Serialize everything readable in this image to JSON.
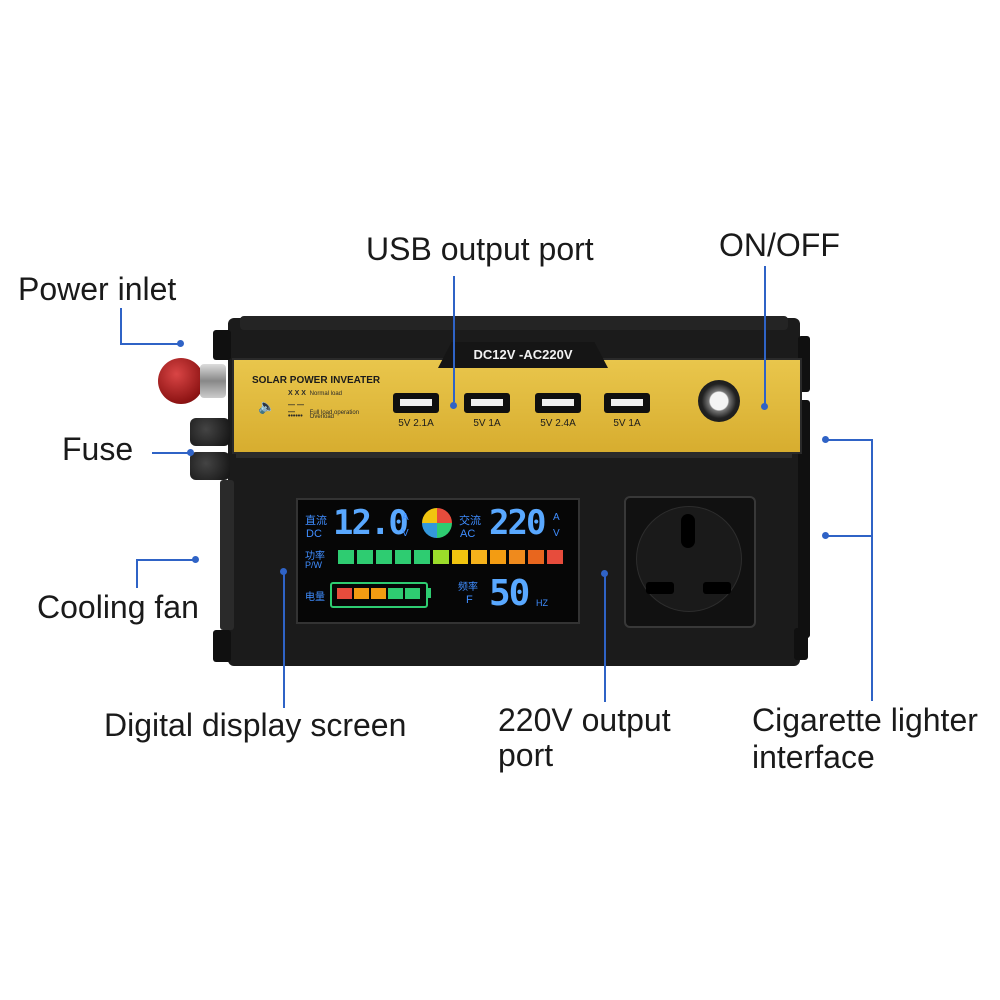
{
  "labels": {
    "power_inlet": "Power inlet",
    "usb_output_port": "USB output port",
    "on_off": "ON/OFF",
    "fuse": "Fuse",
    "cooling_fan": "Cooling fan",
    "digital_display_screen": "Digital display screen",
    "ac_output_port_line1": "220V output",
    "ac_output_port_line2": "port",
    "cigarette_lighter_line1": "Cigarette lighter",
    "cigarette_lighter_line2": "interface"
  },
  "device": {
    "model": "DC12V -AC220V",
    "brand": "SOLAR POWER INVEATER",
    "legend": [
      {
        "symbol": "X X X",
        "text": "Normal load"
      },
      {
        "symbol": "— — —",
        "text": "Full load operation"
      },
      {
        "symbol": "••••••",
        "text": "Overload"
      }
    ],
    "usb_ports": [
      "5V 2.1A",
      "5V 1A",
      "5V 2.4A",
      "5V 1A"
    ]
  },
  "display": {
    "dc_cn": "直流",
    "dc_en": "DC",
    "dc_value": "12.0",
    "dc_unit_a": "A",
    "dc_unit_v": "V",
    "ac_cn": "交流",
    "ac_en": "AC",
    "ac_value": "220",
    "ac_unit_a": "A",
    "ac_unit_v": "V",
    "power_cn": "功率",
    "power_en": "P/W",
    "battery_cn": "电量",
    "freq_cn": "频率",
    "freq_en": "F",
    "freq_value": "50",
    "freq_unit": "HZ",
    "power_bar_segments": 12,
    "battery_segments": 5
  },
  "colors": {
    "leader": "#2f63c6",
    "panel_gold": "#e2bd3f",
    "lcd_blue": "#59a8ff"
  }
}
